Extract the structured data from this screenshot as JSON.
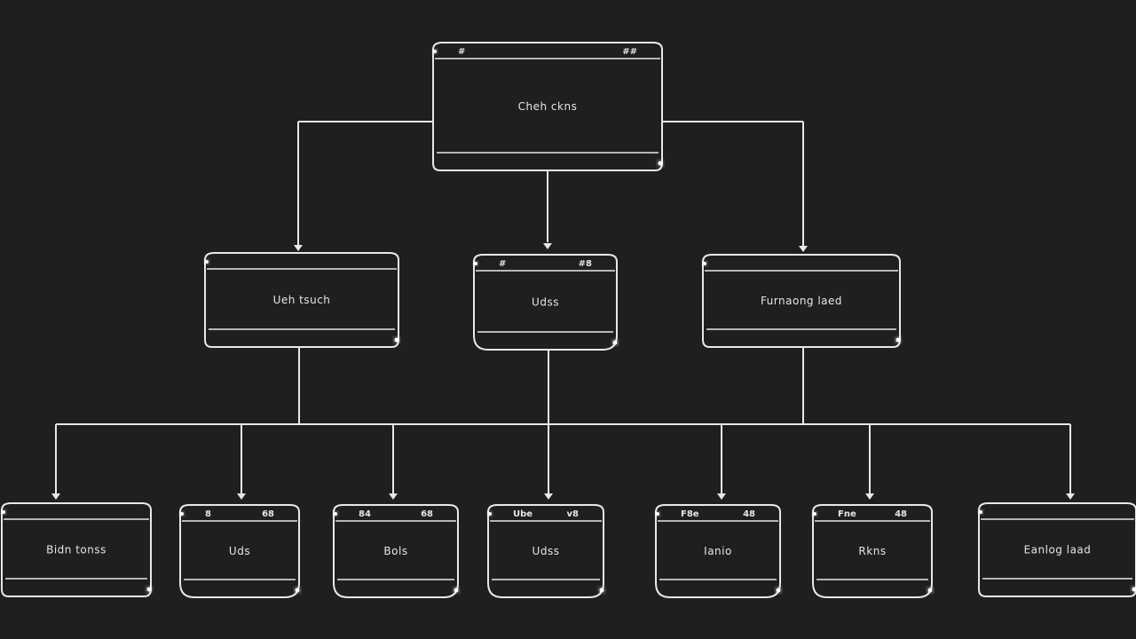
{
  "colors": {
    "background": "#1f1f1f",
    "stroke": "#e8e8e8",
    "glow": "#ffffff"
  },
  "root": {
    "label": "Cheh ckns",
    "glyph_left": "#",
    "glyph_right": "##"
  },
  "middle": [
    {
      "label": "Ueh tsuch",
      "glyph_left": "",
      "glyph_right": ""
    },
    {
      "label": "Udss",
      "glyph_left": "#",
      "glyph_right": "#8"
    },
    {
      "label": "Furnaong laed",
      "glyph_left": "",
      "glyph_right": ""
    }
  ],
  "leaves": [
    {
      "label": "Bidn tonss",
      "glyph_left": "",
      "glyph_right": ""
    },
    {
      "label": "Uds",
      "glyph_left": "8",
      "glyph_right": "68"
    },
    {
      "label": "Bols",
      "glyph_left": "84",
      "glyph_right": "68"
    },
    {
      "label": "Udss",
      "glyph_left": "Ube",
      "glyph_right": "v8"
    },
    {
      "label": "Ianio",
      "glyph_left": "F8e",
      "glyph_right": "48"
    },
    {
      "label": "Rkns",
      "glyph_left": "Fne",
      "glyph_right": "48"
    },
    {
      "label": "Eanlog laad",
      "glyph_left": "",
      "glyph_right": ""
    }
  ]
}
